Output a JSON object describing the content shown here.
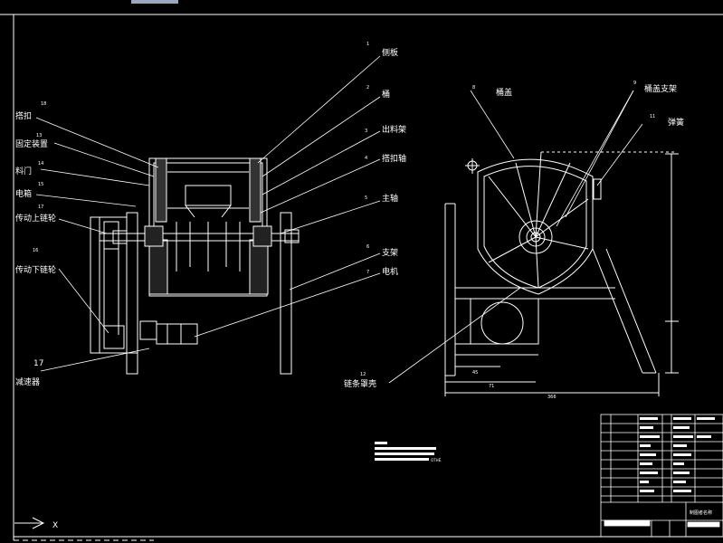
{
  "left_view": {
    "callouts": [
      {
        "num": "1",
        "label": "侧板"
      },
      {
        "num": "2",
        "label": "桶"
      },
      {
        "num": "3",
        "label": "出料架"
      },
      {
        "num": "4",
        "label": "搭扣轴"
      },
      {
        "num": "5",
        "label": "主轴"
      },
      {
        "num": "6",
        "label": "支架"
      },
      {
        "num": "7",
        "label": "电机"
      },
      {
        "num": "18",
        "label": "搭扣"
      },
      {
        "num": "13",
        "label": "固定装置"
      },
      {
        "num": "14",
        "label": "料门"
      },
      {
        "num": "15",
        "label": "电箱"
      },
      {
        "num": "17",
        "label": "传动上链轮"
      },
      {
        "num": "16",
        "label": "传动下链轮"
      },
      {
        "num": "17",
        "label": "减速器"
      }
    ]
  },
  "right_view": {
    "callouts": [
      {
        "num": "8",
        "label": "桶盖"
      },
      {
        "num": "9",
        "label": "桶盖支架"
      },
      {
        "num": "11",
        "label": "弹簧"
      },
      {
        "num": "12",
        "label": "链条罩壳"
      }
    ],
    "dimensions": [
      "45",
      "71",
      "366"
    ]
  },
  "title_block": {
    "drawing_title": "制图者名称"
  },
  "notes": {
    "text_suffix": "OTHÉ."
  },
  "origin": {
    "axis_label": "X"
  }
}
